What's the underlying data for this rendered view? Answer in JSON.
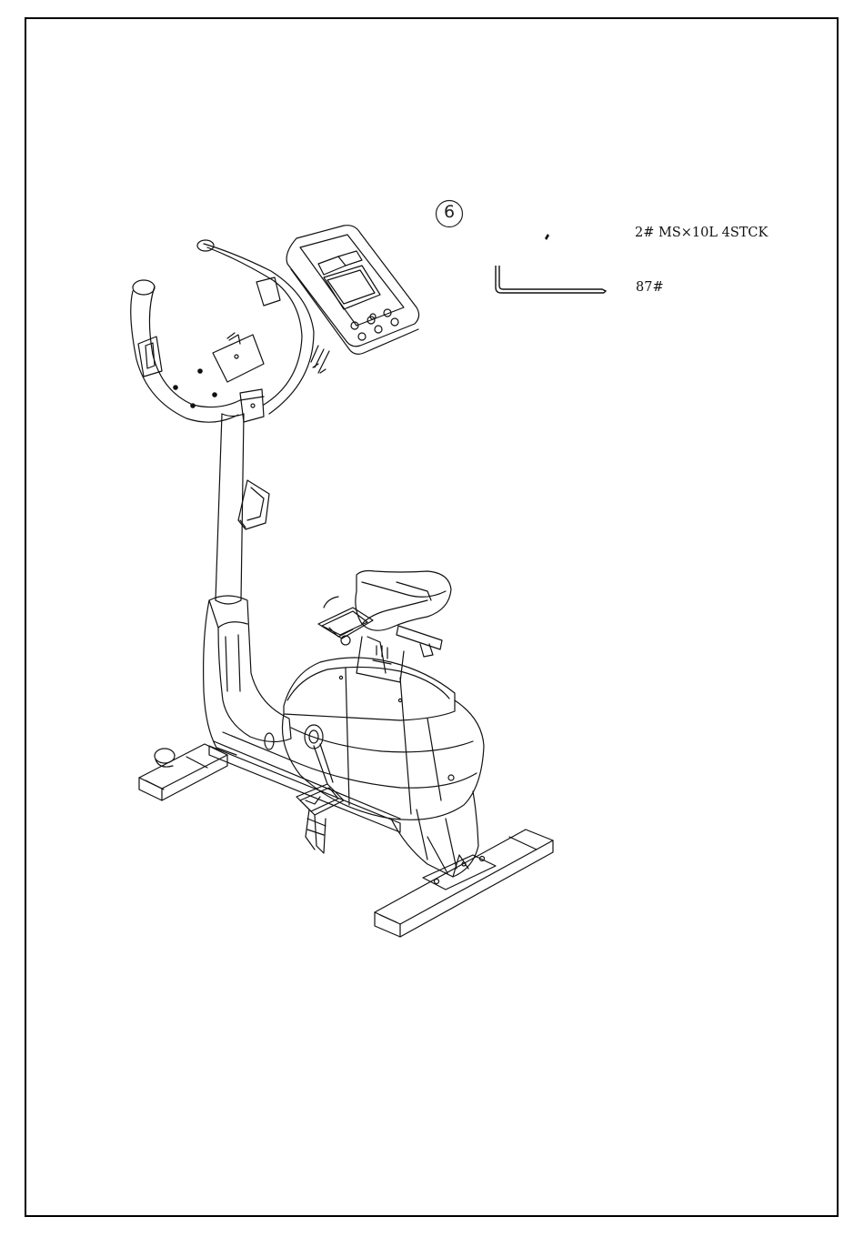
{
  "step": {
    "number": "6"
  },
  "parts": [
    {
      "label": "2# MS×10L 4STCK",
      "icon": "screw-icon"
    },
    {
      "label": "87#",
      "icon": "allen-wrench-icon"
    }
  ],
  "illustration": {
    "icon": "exercise-bike-icon"
  }
}
